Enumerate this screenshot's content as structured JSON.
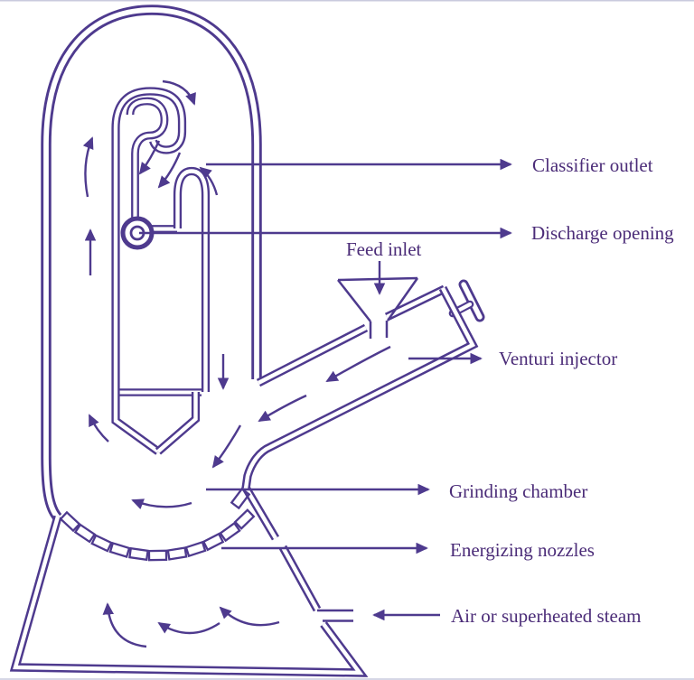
{
  "diagram": {
    "description": "Fluid energy (jet) mill line diagram",
    "labels": {
      "classifier_outlet": "Classifier outlet",
      "discharge_opening": "Discharge opening",
      "feed_inlet": "Feed inlet",
      "venturi_injector": "Venturi injector",
      "grinding_chamber": "Grinding chamber",
      "energizing_nozzles": "Energizing nozzles",
      "air_steam": "Air or superheated steam"
    }
  },
  "theme": {
    "ink": "#4e3a8e",
    "text_ink": "#4b2c78",
    "bg": "#ffffff",
    "edge": "#c9cade"
  }
}
